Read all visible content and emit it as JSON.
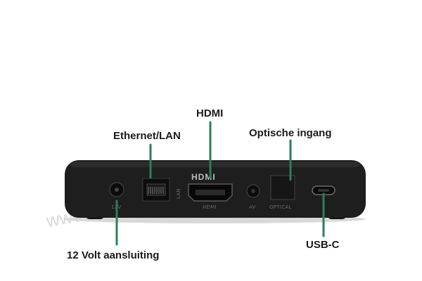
{
  "callouts": {
    "hdmi": "HDMI",
    "ethernet": "Ethernet/LAN",
    "optical": "Optische ingang",
    "power": "12 Volt aansluiting",
    "usbc": "USB-C"
  },
  "port_labels": {
    "dc": "12V",
    "lan": "LAN",
    "hdmi": "HDMI",
    "av": "AV",
    "optical": "OPTICAL"
  },
  "hdmi_logo": "HDMI",
  "watermark": "www.itcetera.nl",
  "colors": {
    "leader": "#2e7d5b",
    "device": "#1c1c1c",
    "text": "#1a1a1a"
  }
}
